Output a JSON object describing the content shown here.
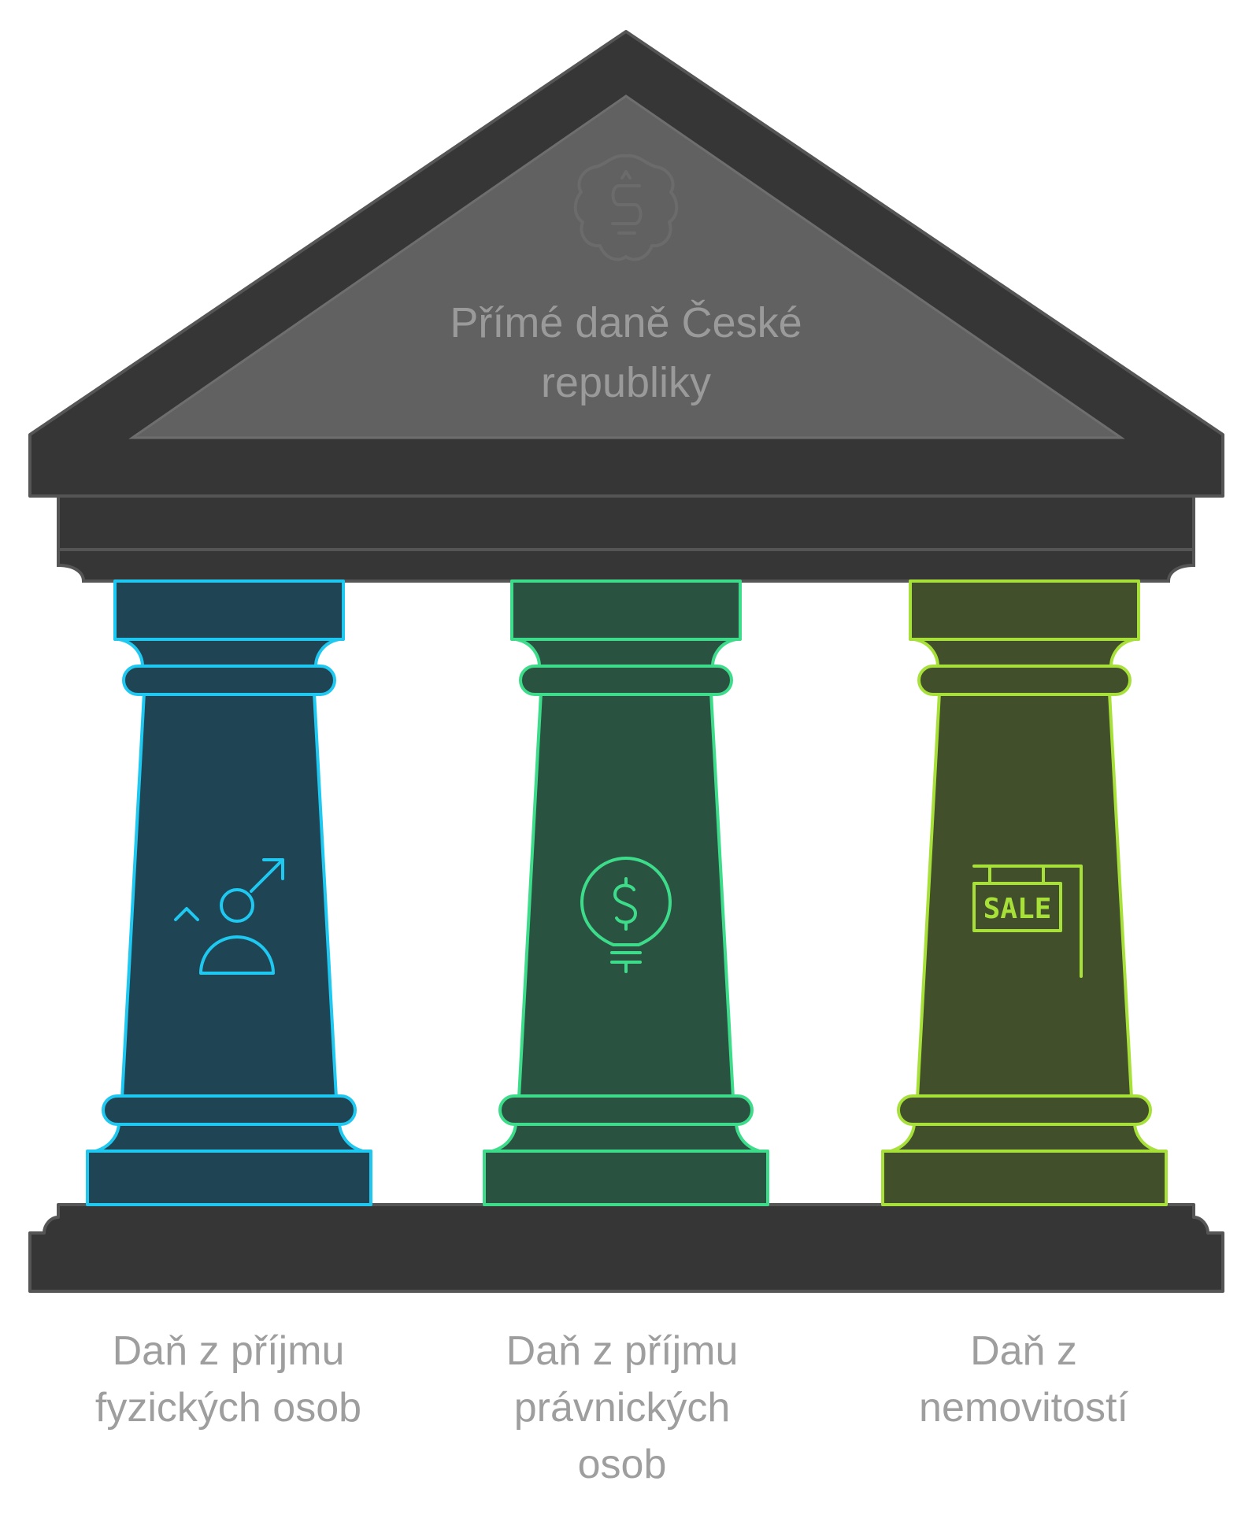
{
  "title": {
    "line1": "Přímé daně České",
    "line2": "republiky"
  },
  "pillars": [
    {
      "label_lines": [
        "Daň z příjmu",
        "fyzických osob"
      ],
      "icon": "person-growth-icon",
      "stroke": "#1ec8f0",
      "fill": "#1f4555"
    },
    {
      "label_lines": [
        "Daň z příjmu",
        "právnických",
        "osob"
      ],
      "icon": "dollar-lightbulb-icon",
      "stroke": "#3ddc8a",
      "fill": "#2a5240"
    },
    {
      "label_lines": [
        "Daň z",
        "nemovitostí"
      ],
      "icon": "sale-sign-icon",
      "sale_text": "SALE",
      "stroke": "#a8e03a",
      "fill": "#414f2a"
    }
  ],
  "colors": {
    "roof_dark": "#363636",
    "roof_inner": "#616161",
    "label_gray": "#9e9e9e"
  },
  "roof_icon": "koruna-coin-icon"
}
